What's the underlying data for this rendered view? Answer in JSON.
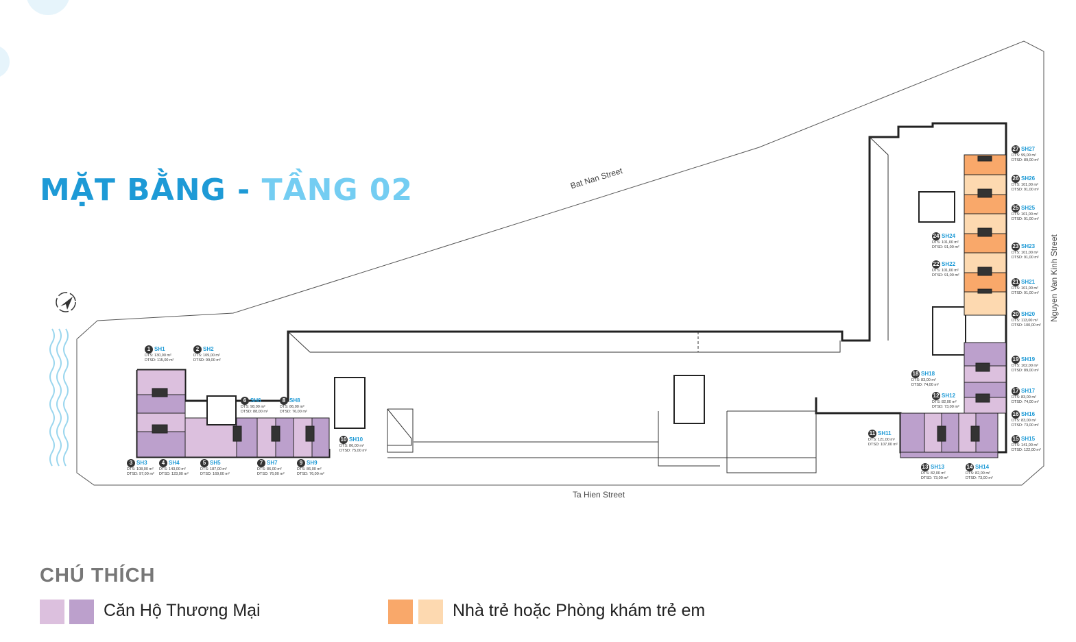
{
  "title": {
    "part1": "MẶT BẰNG - ",
    "part2": "TẦNG 02"
  },
  "streets": {
    "north": "Bat Nan Street",
    "east": "Nguyen Van Kinh Street",
    "south": "Ta Hien Street"
  },
  "units": [
    {
      "num": "1",
      "name": "SH1",
      "dts": "DTS: 130,00 m²",
      "dtsd": "DTSD: 115,00 m²"
    },
    {
      "num": "2",
      "name": "SH2",
      "dts": "DTS: 109,00 m²",
      "dtsd": "DTSD: 99,00 m²"
    },
    {
      "num": "3",
      "name": "SH3",
      "dts": "DTS: 108,00 m²",
      "dtsd": "DTSD: 97,00 m²"
    },
    {
      "num": "4",
      "name": "SH4",
      "dts": "DTS: 143,00 m²",
      "dtsd": "DTSD: 123,00 m²"
    },
    {
      "num": "5",
      "name": "SH5",
      "dts": "DTS: 187,00 m²",
      "dtsd": "DTSD: 169,00 m²"
    },
    {
      "num": "6",
      "name": "SH6",
      "dts": "DTS: 98,00 m²",
      "dtsd": "DTSD: 88,00 m²"
    },
    {
      "num": "7",
      "name": "SH7",
      "dts": "DTS: 86,00 m²",
      "dtsd": "DTSD: 76,00 m²"
    },
    {
      "num": "8",
      "name": "SH8",
      "dts": "DTS: 86,00 m²",
      "dtsd": "DTSD: 76,00 m²"
    },
    {
      "num": "9",
      "name": "SH9",
      "dts": "DTS: 86,00 m²",
      "dtsd": "DTSD: 76,00 m²"
    },
    {
      "num": "10",
      "name": "SH10",
      "dts": "DTS: 86,00 m²",
      "dtsd": "DTSD: 75,00 m²"
    },
    {
      "num": "11",
      "name": "SH11",
      "dts": "DTS: 121,00 m²",
      "dtsd": "DTSD: 107,00 m²"
    },
    {
      "num": "12",
      "name": "SH12",
      "dts": "DTS: 82,00 m²",
      "dtsd": "DTSD: 73,00 m²"
    },
    {
      "num": "13",
      "name": "SH13",
      "dts": "DTS: 82,00 m²",
      "dtsd": "DTSD: 73,00 m²"
    },
    {
      "num": "14",
      "name": "SH14",
      "dts": "DTS: 82,00 m²",
      "dtsd": "DTSD: 73,00 m²"
    },
    {
      "num": "15",
      "name": "SH15",
      "dts": "DTS: 141,00 m²",
      "dtsd": "DTSD: 122,00 m²"
    },
    {
      "num": "16",
      "name": "SH16",
      "dts": "DTS: 83,00 m²",
      "dtsd": "DTSD: 73,00 m²"
    },
    {
      "num": "17",
      "name": "SH17",
      "dts": "DTS: 83,00 m²",
      "dtsd": "DTSD: 74,00 m²"
    },
    {
      "num": "18",
      "name": "SH18",
      "dts": "DTS: 83,00 m²",
      "dtsd": "DTSD: 74,00 m²"
    },
    {
      "num": "19",
      "name": "SH19",
      "dts": "DTS: 102,00 m²",
      "dtsd": "DTSD: 89,00 m²"
    },
    {
      "num": "20",
      "name": "SH20",
      "dts": "DTS: 113,00 m²",
      "dtsd": "DTSD: 100,00 m²"
    },
    {
      "num": "21",
      "name": "SH21",
      "dts": "DTS: 101,00 m²",
      "dtsd": "DTSD: 91,00 m²"
    },
    {
      "num": "22",
      "name": "SH22",
      "dts": "DTS: 101,00 m²",
      "dtsd": "DTSD: 91,00 m²"
    },
    {
      "num": "23",
      "name": "SH23",
      "dts": "DTS: 101,00 m²",
      "dtsd": "DTSD: 91,00 m²"
    },
    {
      "num": "24",
      "name": "SH24",
      "dts": "DTS: 101,00 m²",
      "dtsd": "DTSD: 91,00 m²"
    },
    {
      "num": "25",
      "name": "SH25",
      "dts": "DTS: 101,00 m²",
      "dtsd": "DTSD: 91,00 m²"
    },
    {
      "num": "26",
      "name": "SH26",
      "dts": "DTS: 101,00 m²",
      "dtsd": "DTSD: 91,00 m²"
    },
    {
      "num": "27",
      "name": "SH27",
      "dts": "DTS: 99,00 m²",
      "dtsd": "DTSD: 89,00 m²"
    }
  ],
  "legend": {
    "title": "CHÚ THÍCH",
    "items": [
      {
        "label": "Căn Hộ Thương Mại",
        "colors": [
          "#dcc0de",
          "#bca0cc"
        ]
      },
      {
        "label": "Nhà trẻ hoặc Phòng khám trẻ em",
        "colors": [
          "#f9a86a",
          "#fdd9b0"
        ]
      }
    ]
  },
  "colors": {
    "title_dark": "#1e9ad6",
    "title_light": "#74cdf2",
    "purple_light": "#dcc0de",
    "purple": "#bca0cc",
    "orange": "#f9a86a",
    "orange_light": "#fdd9b0"
  }
}
